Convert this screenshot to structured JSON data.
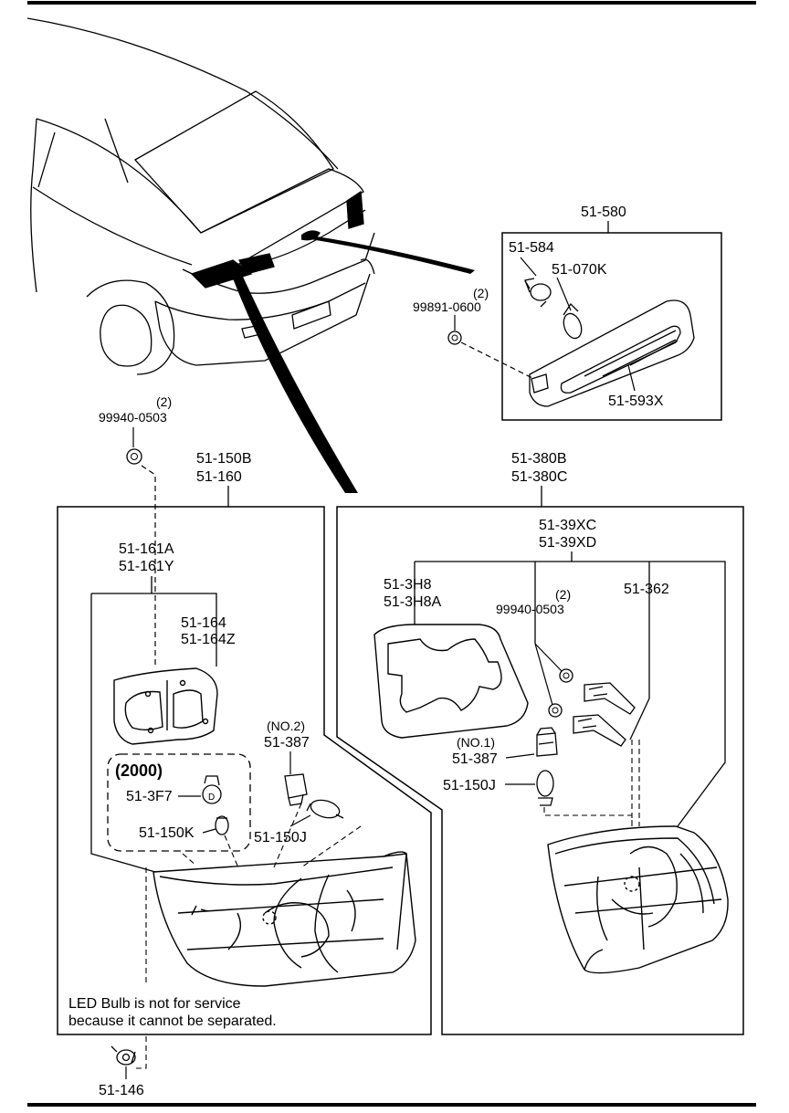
{
  "parts": {
    "p51_580": "51-580",
    "p51_584": "51-584",
    "p51_070K": "51-070K",
    "p51_593X": "51-593X",
    "qty_998": "(2)",
    "p99891_0600": "99891-0600",
    "qty_999_top": "(2)",
    "p99940_0503_top": "99940-0503",
    "p51_150B": "51-150B",
    "p51_160": "51-160",
    "p51_380B": "51-380B",
    "p51_380C": "51-380C",
    "p51_161A": "51-161A",
    "p51_161Y": "51-161Y",
    "p51_164": "51-164",
    "p51_164Z": "51-164Z",
    "no2": "(NO.2)",
    "p51_387_left": "51-387",
    "year_2000": "(2000)",
    "p51_3F7": "51-3F7",
    "p51_150K": "51-150K",
    "p51_150J_left": "51-150J",
    "p51_39XC": "51-39XC",
    "p51_39XD": "51-39XD",
    "p51_3H8": "51-3H8",
    "p51_3H8A": "51-3H8A",
    "qty_999_right": "(2)",
    "p99940_0503_right": "99940-0503",
    "p51_362": "51-362",
    "no1": "(NO.1)",
    "p51_387_right": "51-387",
    "p51_150J_right": "51-150J",
    "p51_146": "51-146"
  },
  "notes": {
    "led_line1": "LED Bulb is not for service",
    "led_line2": "because it cannot be separated."
  }
}
